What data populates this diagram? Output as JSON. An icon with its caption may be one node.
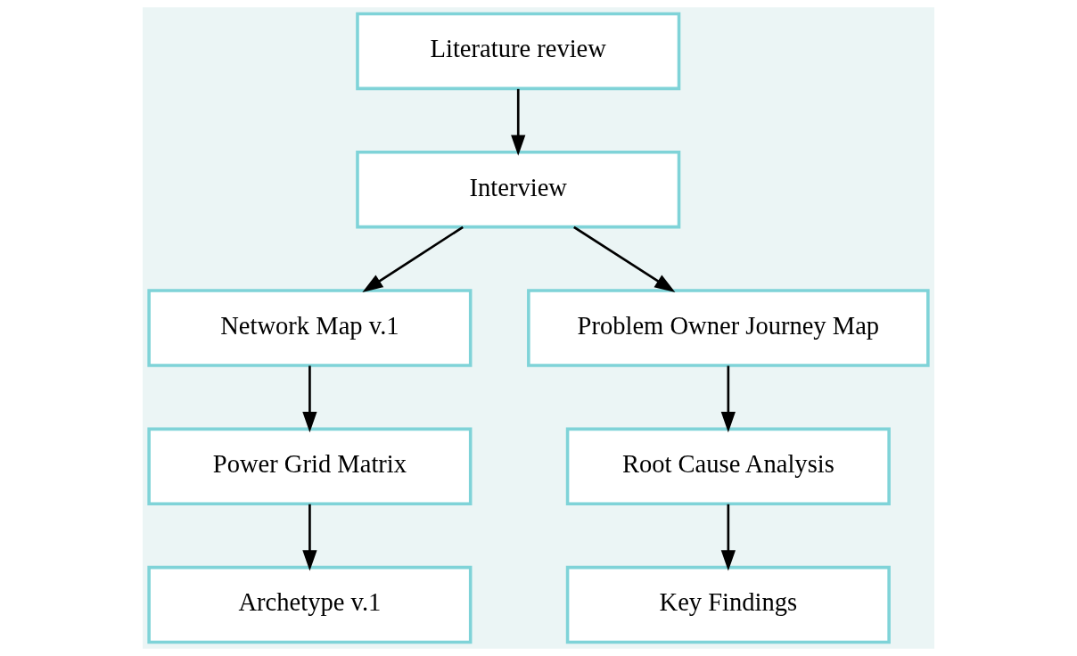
{
  "diagram": {
    "nodes": [
      {
        "text": [
          "Literature review"
        ]
      },
      {
        "text": [
          "Interview"
        ]
      },
      {
        "text": [
          "Network Map v.1"
        ]
      },
      {
        "text": [
          "Problem Owner Journey Map"
        ]
      },
      {
        "text": [
          "Power Grid Matrix"
        ]
      },
      {
        "text": [
          "Root Cause Analysis"
        ]
      },
      {
        "text": [
          "Archetype v.1"
        ]
      },
      {
        "text": [
          "Key Findings"
        ]
      }
    ],
    "edges": [
      {
        "from": 0,
        "to": 1,
        "arrow": "to"
      },
      {
        "from": 1,
        "to": 2,
        "arrow": "to"
      },
      {
        "from": 1,
        "to": 3,
        "arrow": "to"
      },
      {
        "from": 2,
        "to": 4,
        "arrow": "to"
      },
      {
        "from": 4,
        "to": 6,
        "arrow": "to"
      },
      {
        "from": 3,
        "to": 5,
        "arrow": "to"
      },
      {
        "from": 5,
        "to": 7,
        "arrow": "to"
      }
    ]
  }
}
